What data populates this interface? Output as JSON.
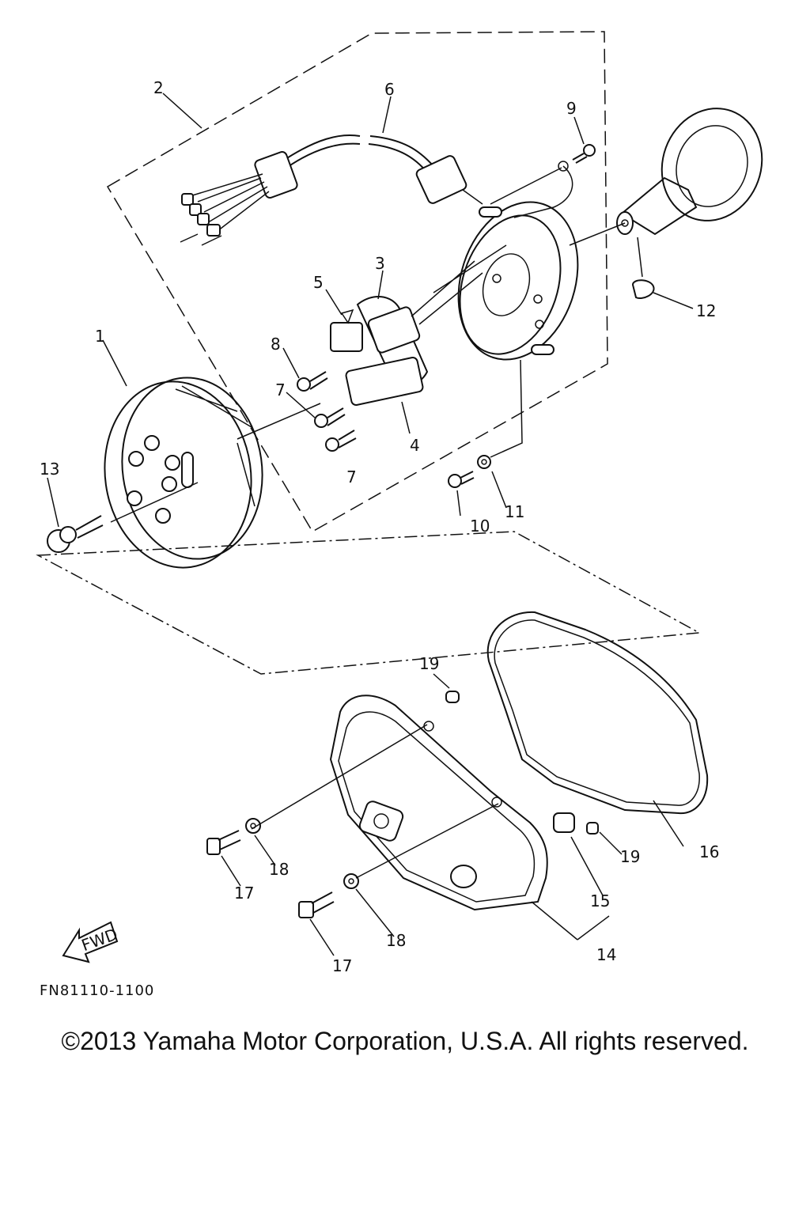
{
  "diagram": {
    "part_numbers": [
      "1",
      "2",
      "3",
      "4",
      "5",
      "6",
      "7",
      "7",
      "8",
      "9",
      "10",
      "11",
      "12",
      "13",
      "14",
      "15",
      "16",
      "17",
      "17",
      "18",
      "18",
      "19",
      "19"
    ],
    "direction_arrow": "FWD",
    "figure_code": "FN81110-1100",
    "copyright": "©2013 Yamaha Motor Corporation, U.S.A. All rights reserved."
  }
}
